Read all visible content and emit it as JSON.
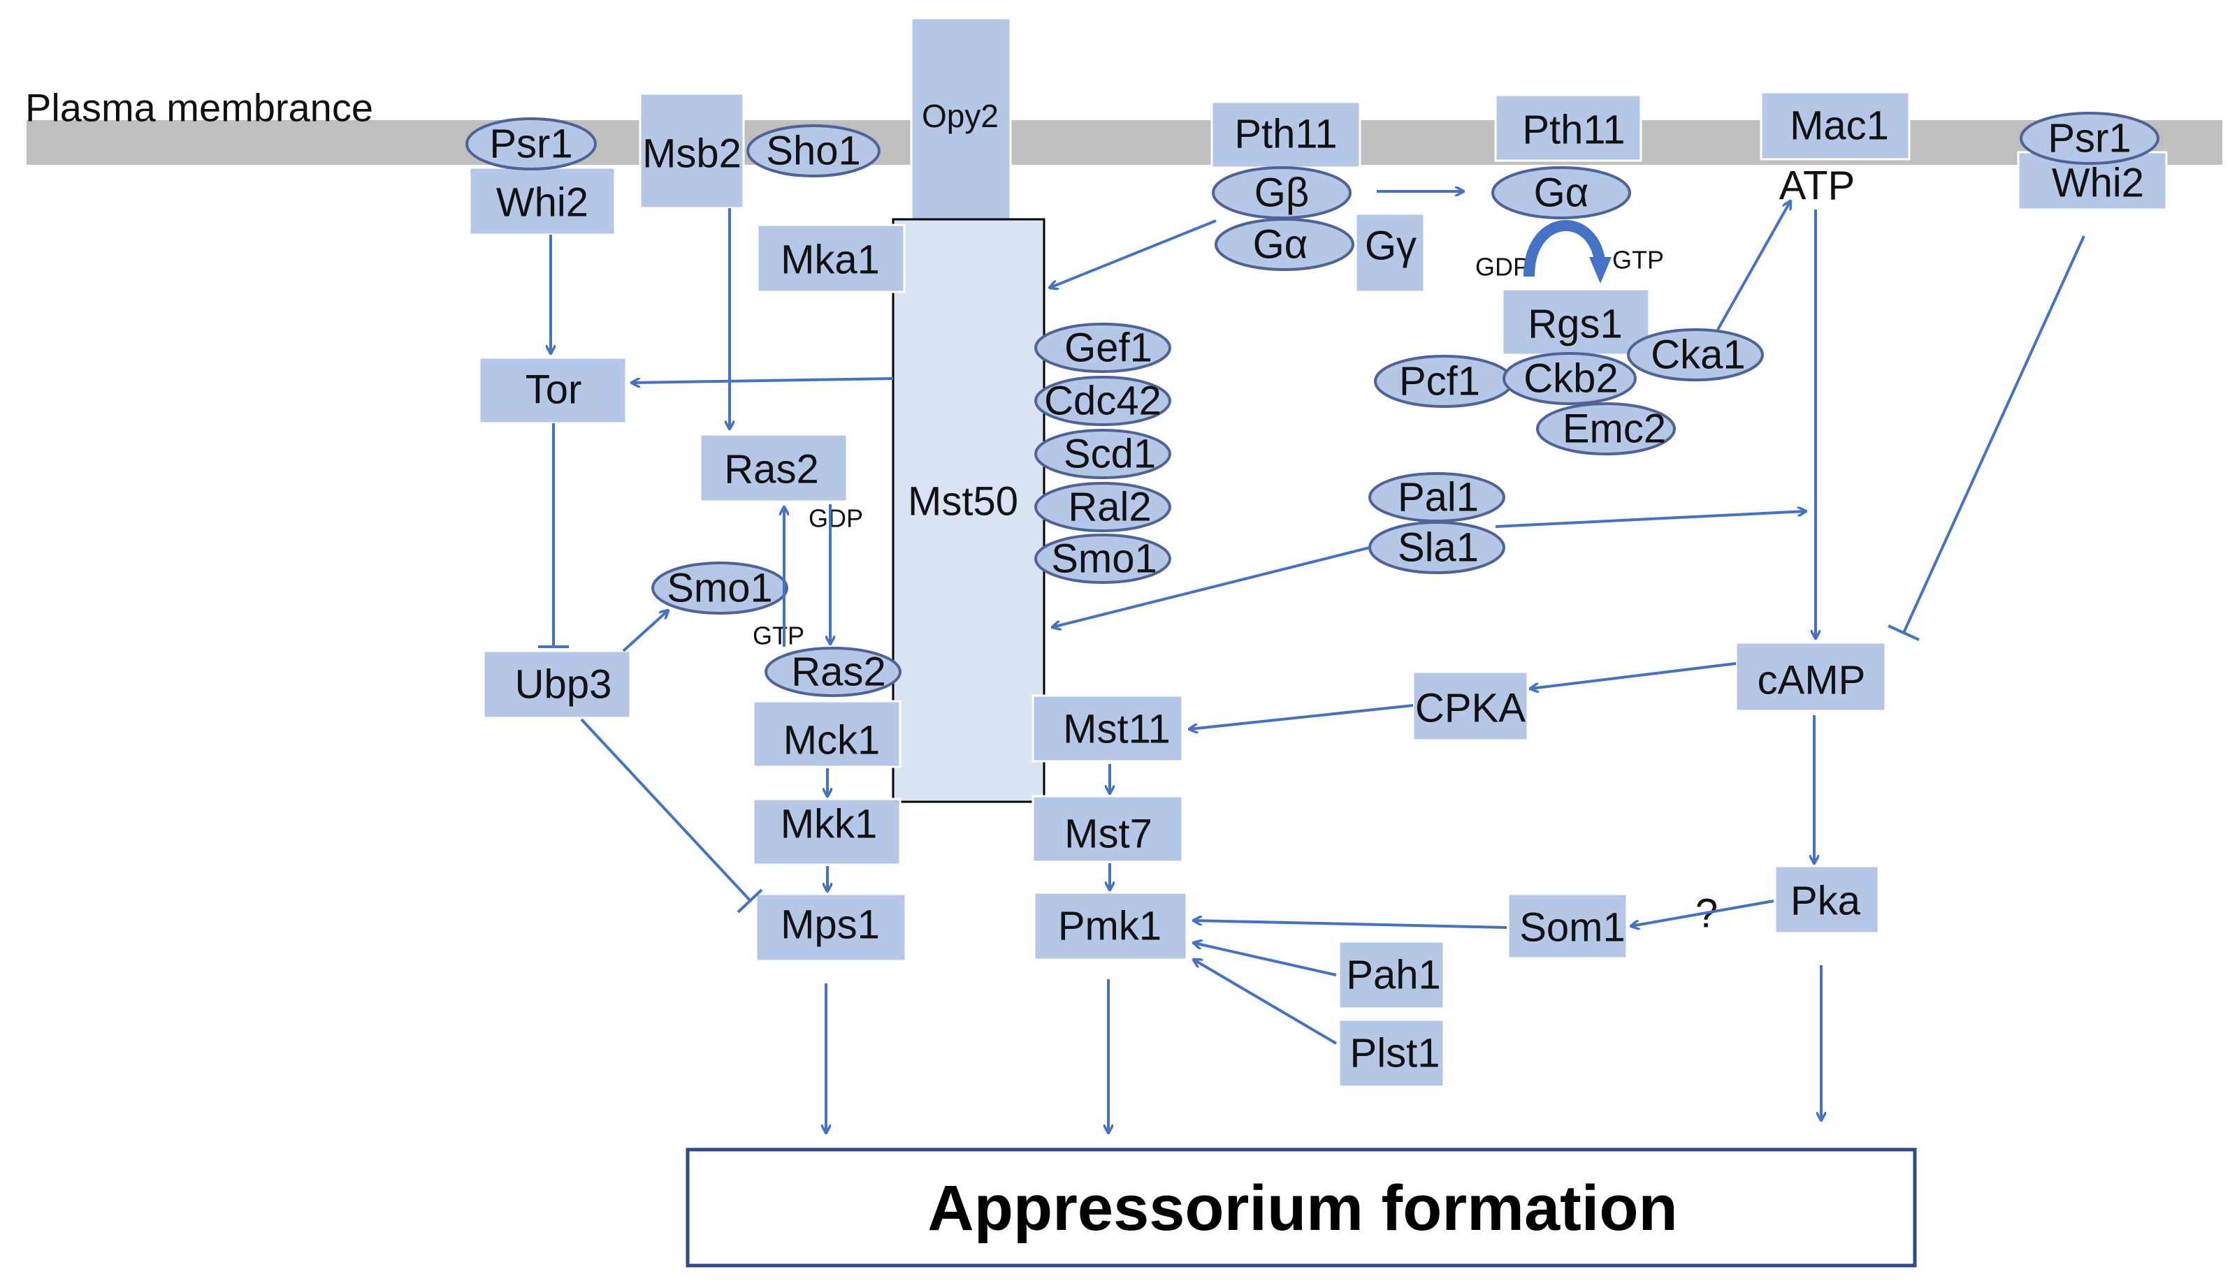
{
  "membrane_label": "Plasma membrance",
  "colors": {
    "box_fill": "#b4c7e7",
    "arrow": "#4472c4",
    "membrane": "#bfbfbf",
    "outline": "#4f6396"
  },
  "nodes": {
    "psr1_left": "Psr1",
    "whi2_left": "Whi2",
    "msb2": "Msb2",
    "sho1": "Sho1",
    "opy2": "Opy2",
    "mka1": "Mka1",
    "mst50": "Mst50",
    "pth11_a": "Pth11",
    "gbeta": "Gβ",
    "galpha_a": "Gα",
    "ggamma": "Gγ",
    "pth11_b": "Pth11",
    "galpha_b": "Gα",
    "gdp_top": "GDP",
    "gtp_top": "GTP",
    "rgs1": "Rgs1",
    "pcf1": "Pcf1",
    "ckb2": "Ckb2",
    "cka1": "Cka1",
    "emc2": "Emc2",
    "mac1": "Mac1",
    "atp": "ATP",
    "psr1_right": "Psr1",
    "whi2_right": "Whi2",
    "tor": "Tor",
    "ras2_top": "Ras2",
    "gdp_mid": "GDP",
    "gtp_mid": "GTP",
    "smo1_left": "Smo1",
    "ras2_bottom": "Ras2",
    "ubp3": "Ubp3",
    "gef1": "Gef1",
    "cdc42": "Cdc42",
    "scd1": "Scd1",
    "ral2": "Ral2",
    "smo1_right": "Smo1",
    "pal1": "Pal1",
    "sla1": "Sla1",
    "camp": "cAMP",
    "cpka": "CPKA",
    "mck1": "Mck1",
    "mkk1": "Mkk1",
    "mps1": "Mps1",
    "mst11": "Mst11",
    "mst7": "Mst7",
    "pmk1": "Pmk1",
    "pah1": "Pah1",
    "plst1": "Plst1",
    "som1": "Som1",
    "question": "?",
    "pka": "Pka"
  },
  "output_label": "Appressorium formation"
}
